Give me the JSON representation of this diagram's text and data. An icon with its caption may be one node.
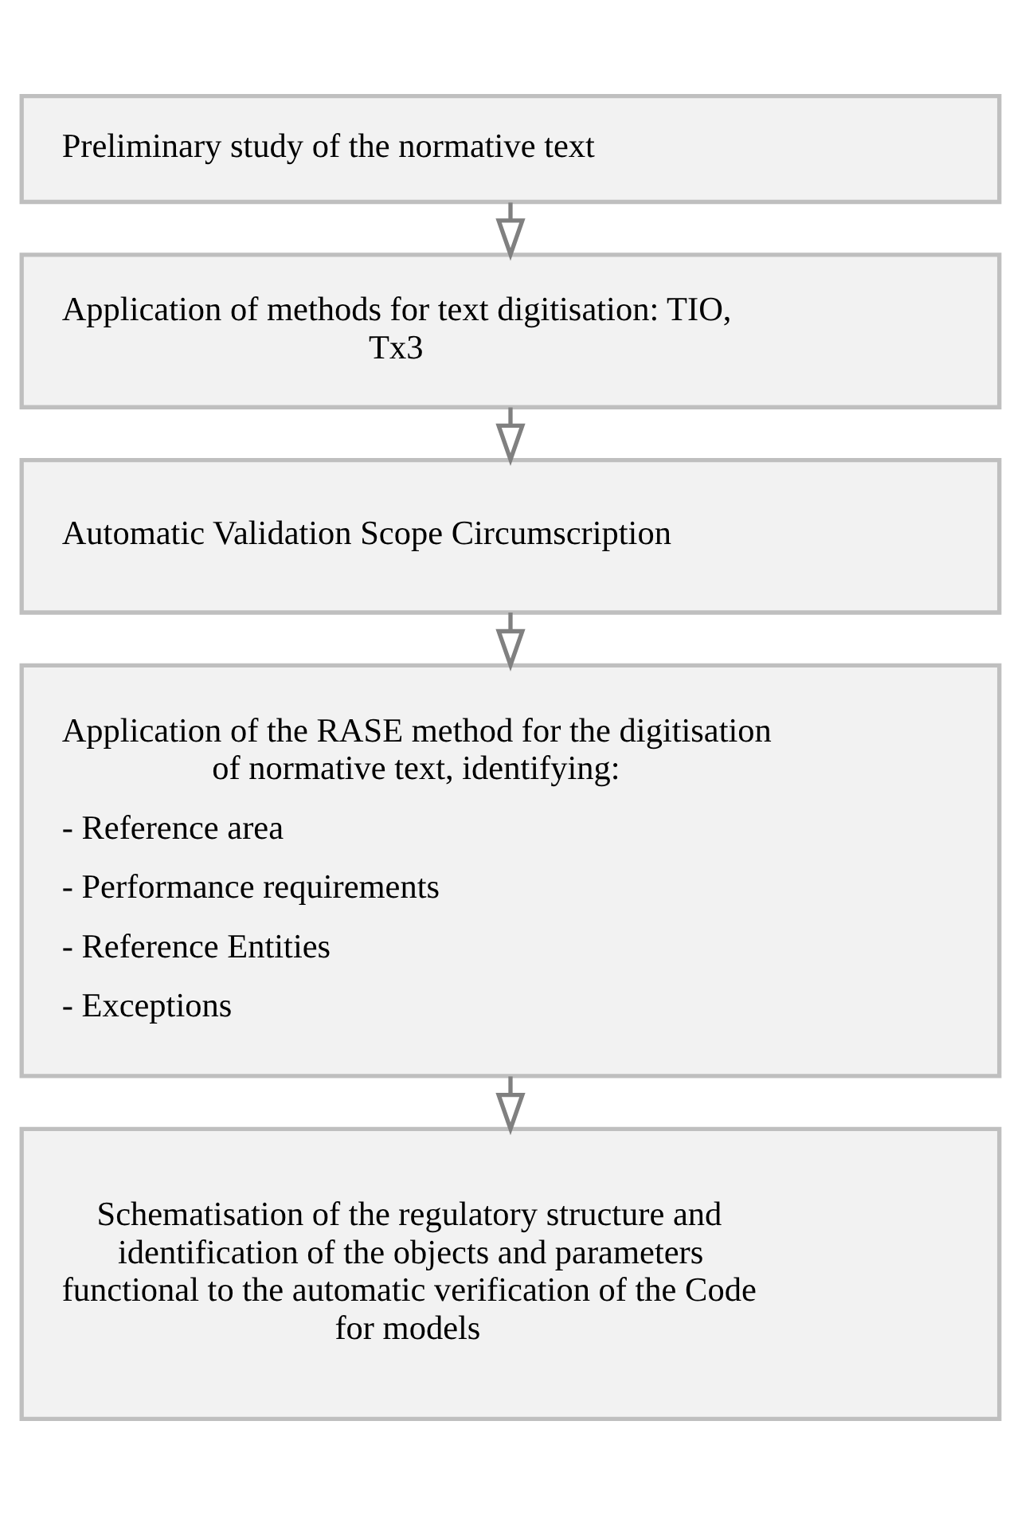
{
  "diagram": {
    "nodes": [
      {
        "text": [
          "Preliminary study of the normative text"
        ]
      },
      {
        "text": [
          "Application of methods for text digitisation: TIO, Tx3"
        ]
      },
      {
        "text": [
          "Automatic Validation Scope Circumscription"
        ]
      },
      {
        "text": [
          "Application of the RASE method for the digitisation of normative text, identifying:",
          "- Reference area",
          "- Performance requirements",
          "- Reference Entities",
          "- Exceptions"
        ]
      },
      {
        "text": [
          "Schematisation of the regulatory structure and identification of the objects and parameters functional to the automatic verification of the Code for models"
        ]
      }
    ],
    "edges": [
      {
        "from": 0,
        "to": 1,
        "arrow": "to"
      },
      {
        "from": 1,
        "to": 2,
        "arrow": "to"
      },
      {
        "from": 2,
        "to": 3,
        "arrow": "to"
      },
      {
        "from": 3,
        "to": 4,
        "arrow": "to"
      }
    ]
  }
}
